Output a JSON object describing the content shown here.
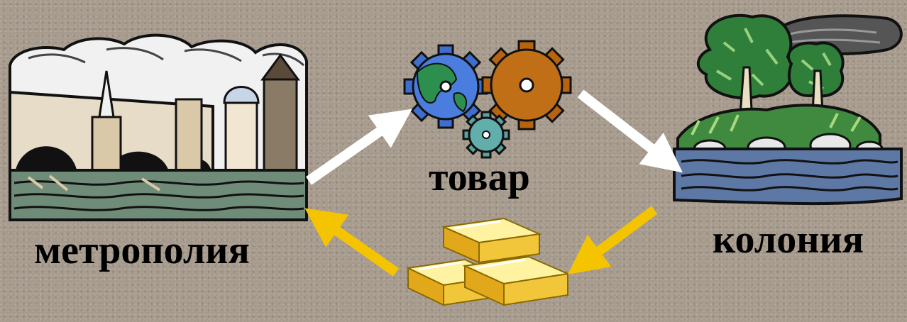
{
  "labels": {
    "metropolis": "метрополия",
    "goods": "товар",
    "colony": "колония"
  },
  "icons": {
    "metropolis": "city-bridge-icon",
    "goods": "gears-icon",
    "colony": "island-trees-icon",
    "payment": "gold-bars-icon"
  },
  "colors": {
    "background": "#a69a8c",
    "goods_arrow": "#ffffff",
    "gold_arrow": "#f5c400"
  }
}
